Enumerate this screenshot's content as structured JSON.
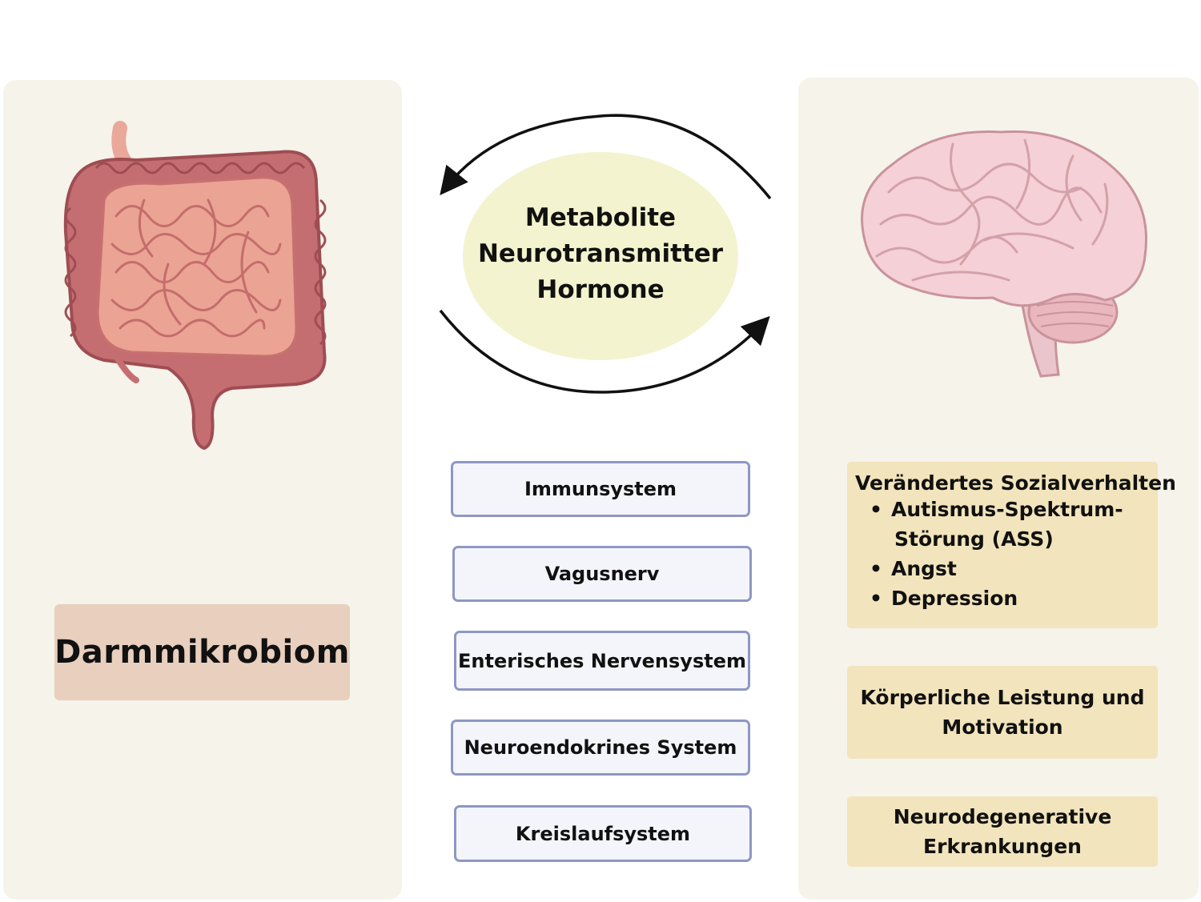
{
  "gut_panel": {
    "label": "Darmmikrobiom"
  },
  "center": {
    "signals": [
      "Metabolite",
      "Neurotransmitter",
      "Hormone"
    ]
  },
  "pathways": [
    "Immunsystem",
    "Vagusnerv",
    "Enterisches Nervensystem",
    "Neuroendokrines System",
    "Kreislaufsystem"
  ],
  "effects": {
    "social": {
      "title": "Verändertes Sozialverhalten",
      "items": [
        "Autismus-Spektrum-",
        "Störung (ASS)",
        "Angst",
        "Depression"
      ]
    },
    "physical": {
      "line1": "Körperliche Leistung und",
      "line2": "Motivation"
    },
    "neuro": {
      "line1": "Neurodegenerative",
      "line2": "Erkrankungen"
    }
  },
  "colors": {
    "panel_bg": "#f5f3ea",
    "gut_label_bg": "#e8cfbe",
    "center_ellipse": "#f3f3cf",
    "pathway_border": "#8e97c4",
    "pathway_bg": "#f4f5fa",
    "effect_bg": "#f2e4bc"
  }
}
